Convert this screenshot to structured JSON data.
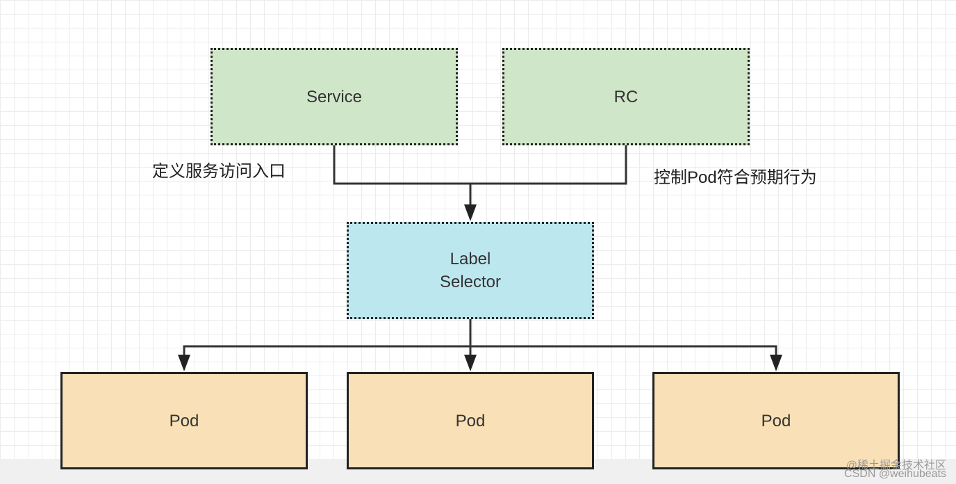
{
  "nodes": {
    "service": "Service",
    "rc": "RC",
    "label_selector": [
      "Label",
      "Selector"
    ],
    "pods": [
      "Pod",
      "Pod",
      "Pod"
    ]
  },
  "annotations": {
    "service": "定义服务访问入口",
    "rc": "控制Pod符合预期行为"
  },
  "watermark": {
    "line1": "@稀土掘金技术社区",
    "line2": "CSDN @weihubeats"
  },
  "colors": {
    "service_fill": "#d0e6c9",
    "rc_fill": "#d0e6c9",
    "selector_fill": "#bde7ef",
    "pod_fill": "#f9e0b6",
    "border": "#222222"
  }
}
